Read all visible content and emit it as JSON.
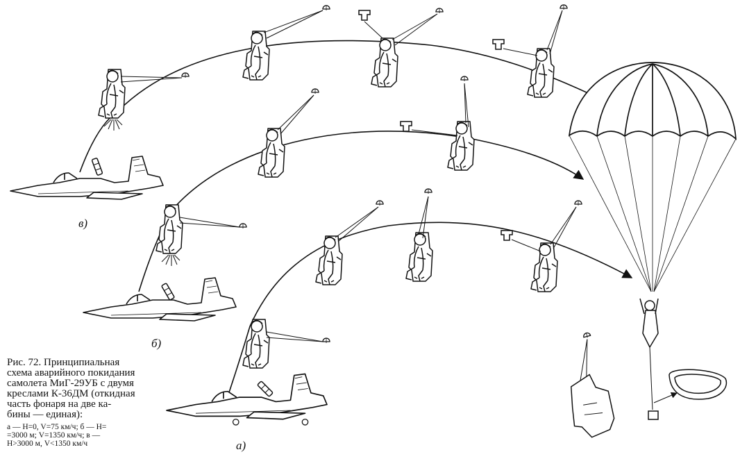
{
  "figure": {
    "caption_line1": "Рис. 72. Принципиальная",
    "caption_line2": "схема аварийного покидания",
    "caption_line3": "самолета МиГ-29УБ с двумя",
    "caption_line4": "креслами К-36ДМ (откидная",
    "caption_line5": "часть фонаря на две ка-",
    "caption_line6": "бины — единая):",
    "legend_line1": "а — H=0, V=75 км/ч; б — H=",
    "legend_line2": "=3000 м; V=1350 км/ч; в —",
    "legend_line3": "H>3000 м, V<1350 км/ч"
  },
  "variants": {
    "a": "а)",
    "b": "б)",
    "v": "в)"
  },
  "colors": {
    "ink": "#111111",
    "paper": "#ffffff"
  }
}
